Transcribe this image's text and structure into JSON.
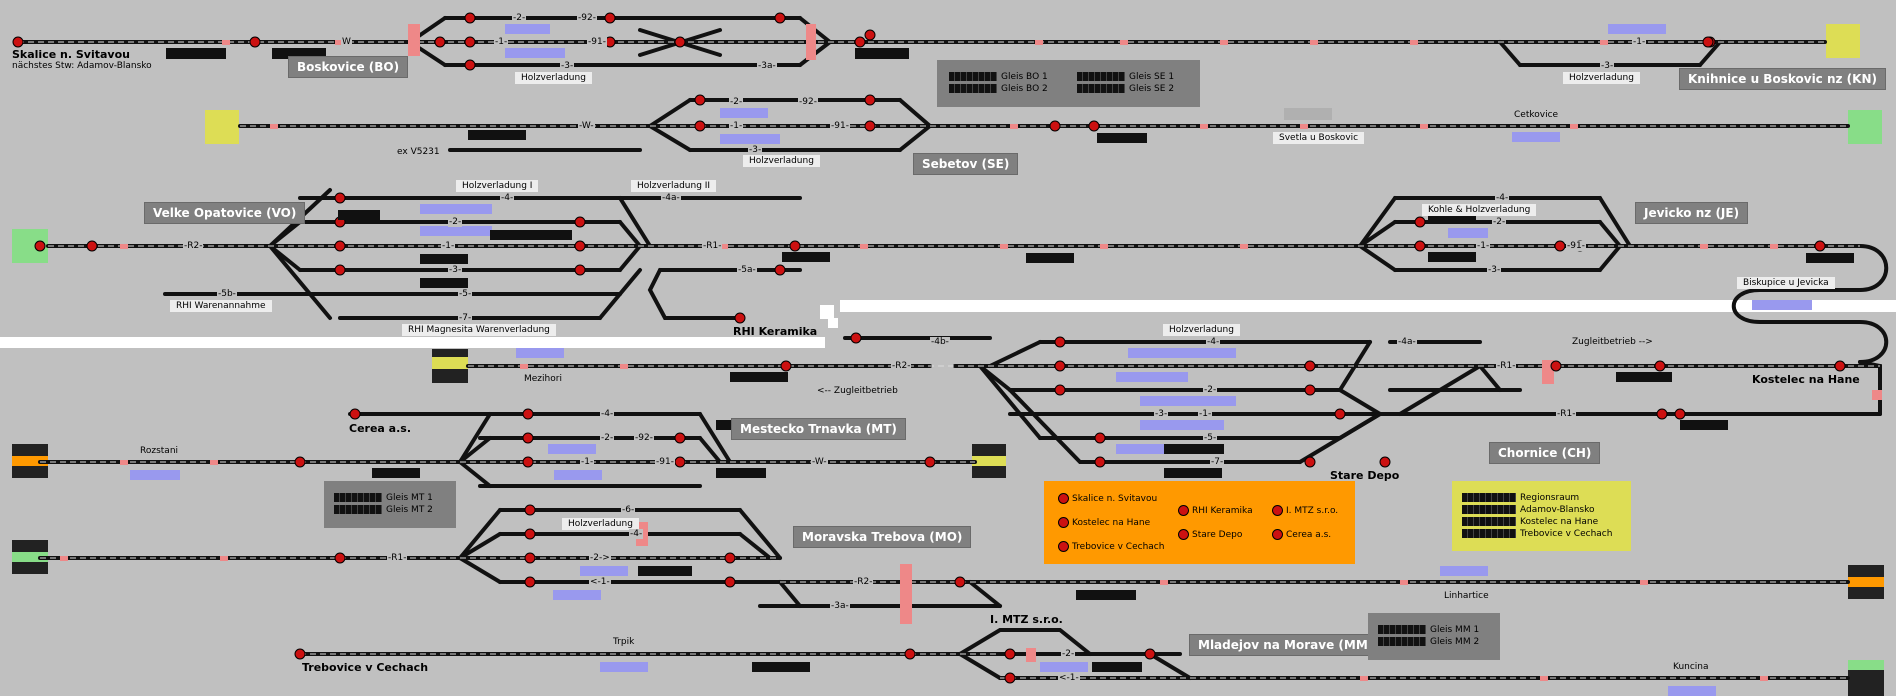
{
  "colors": {
    "background": "#c0c0c0",
    "track": "#111111",
    "signal_red": "#cc1111",
    "occupied_blue": "#9999ee",
    "highlight_red": "#ee8888",
    "boundary_yellow": "#dddd55",
    "boundary_green": "#88dd88",
    "station_box": "#808080",
    "legend_orange": "#ff9900",
    "legend_yellow": "#dddd55"
  },
  "stations": {
    "skalice": "Skalice n. Svitavou",
    "skalice_next": "nächstes Stw: Adamov-Blansko",
    "boskovice": "Boskovice (BO)",
    "knihnice": "Knihnice u Boskovic nz (KN)",
    "sebetov": "Sebetov (SE)",
    "velke_opatovice": "Velke Opatovice (VO)",
    "jevicko": "Jevicko nz (JE)",
    "rhi_keramika": "RHI Keramika",
    "mestecko": "Mestecko Trnavka (MT)",
    "cerea": "Cerea a.s.",
    "kostelec": "Kostelec na Hane",
    "chornice": "Chornice (CH)",
    "stare_depo": "Stare Depo",
    "moravska": "Moravska Trebova (MO)",
    "mtz": "I. MTZ s.r.o.",
    "trebovice": "Trebovice v Cechach",
    "mladejov": "Mladejov na Morave (MM)"
  },
  "places": {
    "svetla": "Svetla u Boskovic",
    "cetkovice": "Cetkovice",
    "ex_v5231": "ex V5231",
    "mezihori": "Mezihori",
    "rozstani": "Rozstani",
    "biskupice": "Biskupice u Jevicka",
    "linhartice": "Linhartice",
    "trpik": "Trpik",
    "kuncina": "Kuncina"
  },
  "sidings": {
    "holz_bo": "Holzverladung",
    "holz_kn": "Holzverladung",
    "holz_se": "Holzverladung",
    "holz_i": "Holzverladung I",
    "holz_ii": "Holzverladung II",
    "rhi_waren": "RHI Warenannahme",
    "rhi_magnesita": "RHI Magnesita Warenverladung",
    "kohle": "Kohle & Holzverladung",
    "holz_ch": "Holzverladung",
    "holz_mo": "Holzverladung"
  },
  "direction_labels": {
    "zugleit_left": "<-- Zugleitbetrieb",
    "zugleit_right": "Zugleitbetrieb -->"
  },
  "track_labels": [
    "W",
    "-2-",
    "-92-",
    "-91-",
    "-1-",
    "-3-",
    "-3a-",
    "-1-",
    "-3-",
    "-2-",
    "-92-",
    "-91-",
    "-1-",
    "-3-",
    "-W-",
    "-R2-",
    "-1-",
    "-2-",
    "-3-",
    "-5-",
    "-5b-",
    "-7-",
    "-4-",
    "-4a-",
    "-R1-",
    "-5a-",
    "-4-",
    "-2-",
    "-1-",
    "-91-",
    "-3-",
    "-R2-",
    "-4b-",
    "-4-",
    "-4a-",
    "-2-",
    "-1-",
    "-3-",
    "-5-",
    "-7-",
    "-R1-",
    "-R1-",
    "-4-",
    "-2-",
    "-92-",
    "-1-",
    "-91-",
    "-W-",
    "-6-",
    "-4-",
    "-2->",
    "<-1-",
    "-R1-",
    "-R2-",
    "-3a-",
    "-2-",
    "<-1-"
  ],
  "gleis_panels": {
    "bo1": "Gleis BO 1",
    "bo2": "Gleis BO 2",
    "se1": "Gleis SE 1",
    "se2": "Gleis SE 2",
    "mt1": "Gleis MT 1",
    "mt2": "Gleis MT 2",
    "mm1": "Gleis MM 1",
    "mm2": "Gleis MM 2"
  },
  "legend_orange": {
    "items": [
      "Skalice n. Svitavou",
      "RHI Keramika",
      "I. MTZ s.r.o.",
      "Kostelec na Hane",
      "Stare Depo",
      "Cerea a.s.",
      "Trebovice v Cechach"
    ]
  },
  "legend_yellow": {
    "items": [
      "Regionsraum",
      "Adamov-Blansko",
      "Kostelec na Hane",
      "Trebovice v Cechach"
    ]
  }
}
